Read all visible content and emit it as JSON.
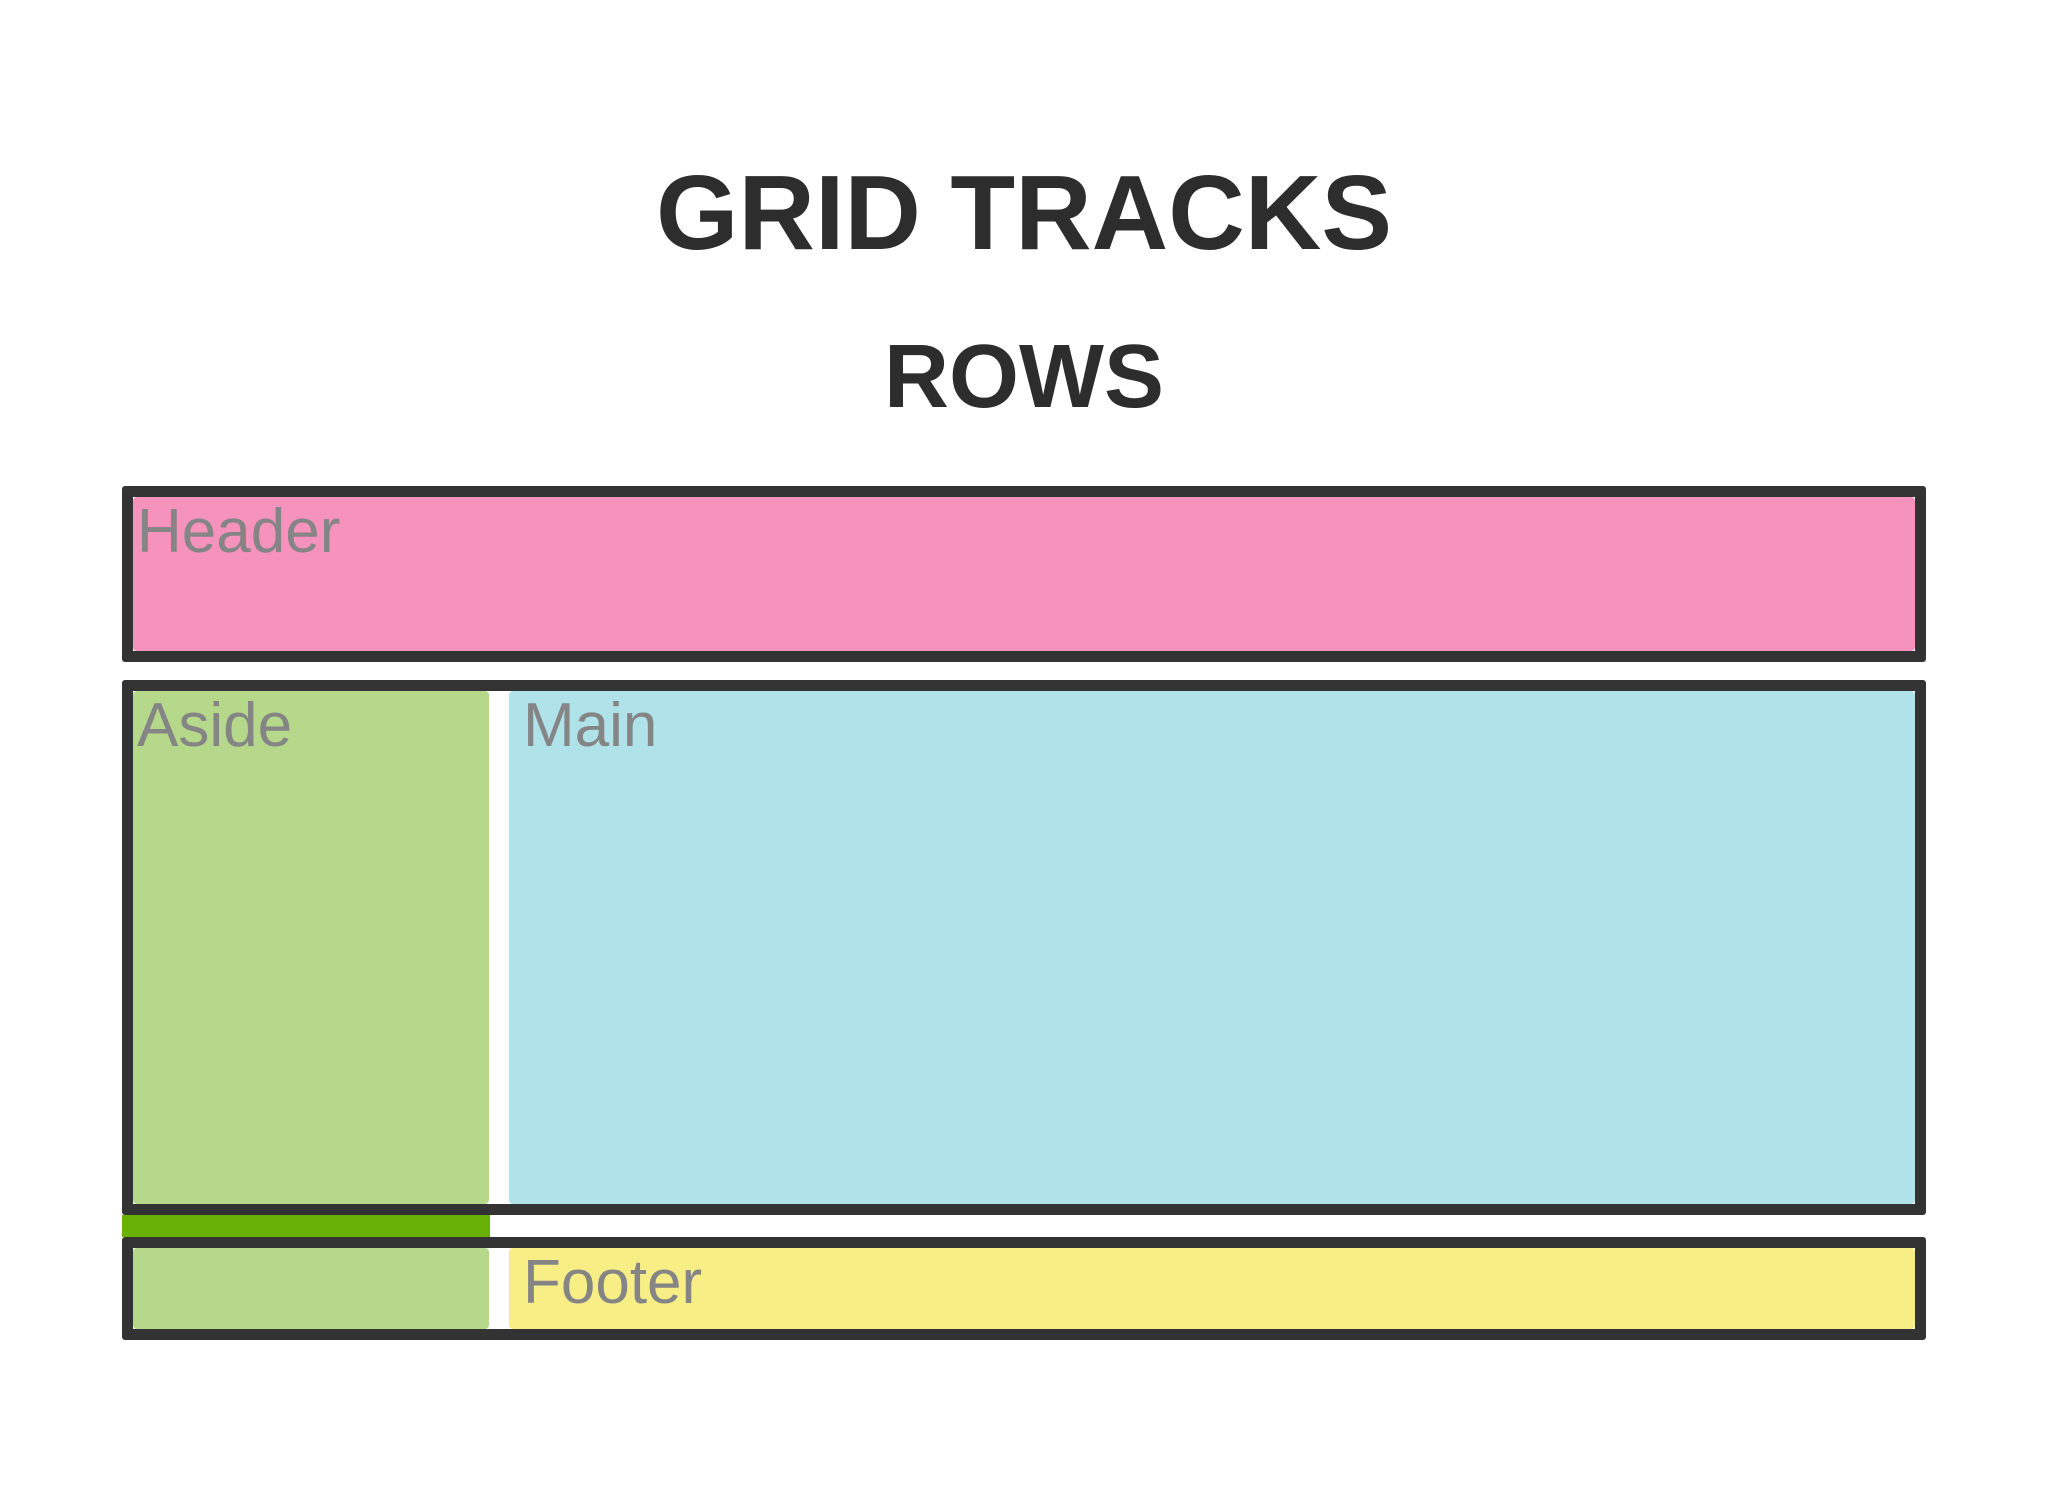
{
  "title": "GRID TRACKS",
  "subtitle": "ROWS",
  "cells": {
    "header": {
      "label": "Header"
    },
    "aside": {
      "label": "Aside"
    },
    "main": {
      "label": "Main"
    },
    "footer": {
      "label": "Footer"
    }
  },
  "colors": {
    "page-bg": "#FFFFFF",
    "heading-text": "#2D2D2D",
    "label-text": "#858585",
    "box-border": "#333333",
    "header-fill": "#F693BD",
    "aside-fill": "#B5D88B",
    "main-fill": "#B0E2E9",
    "footer-fill": "#F8EE86",
    "gap-highlight": "#69B005"
  }
}
